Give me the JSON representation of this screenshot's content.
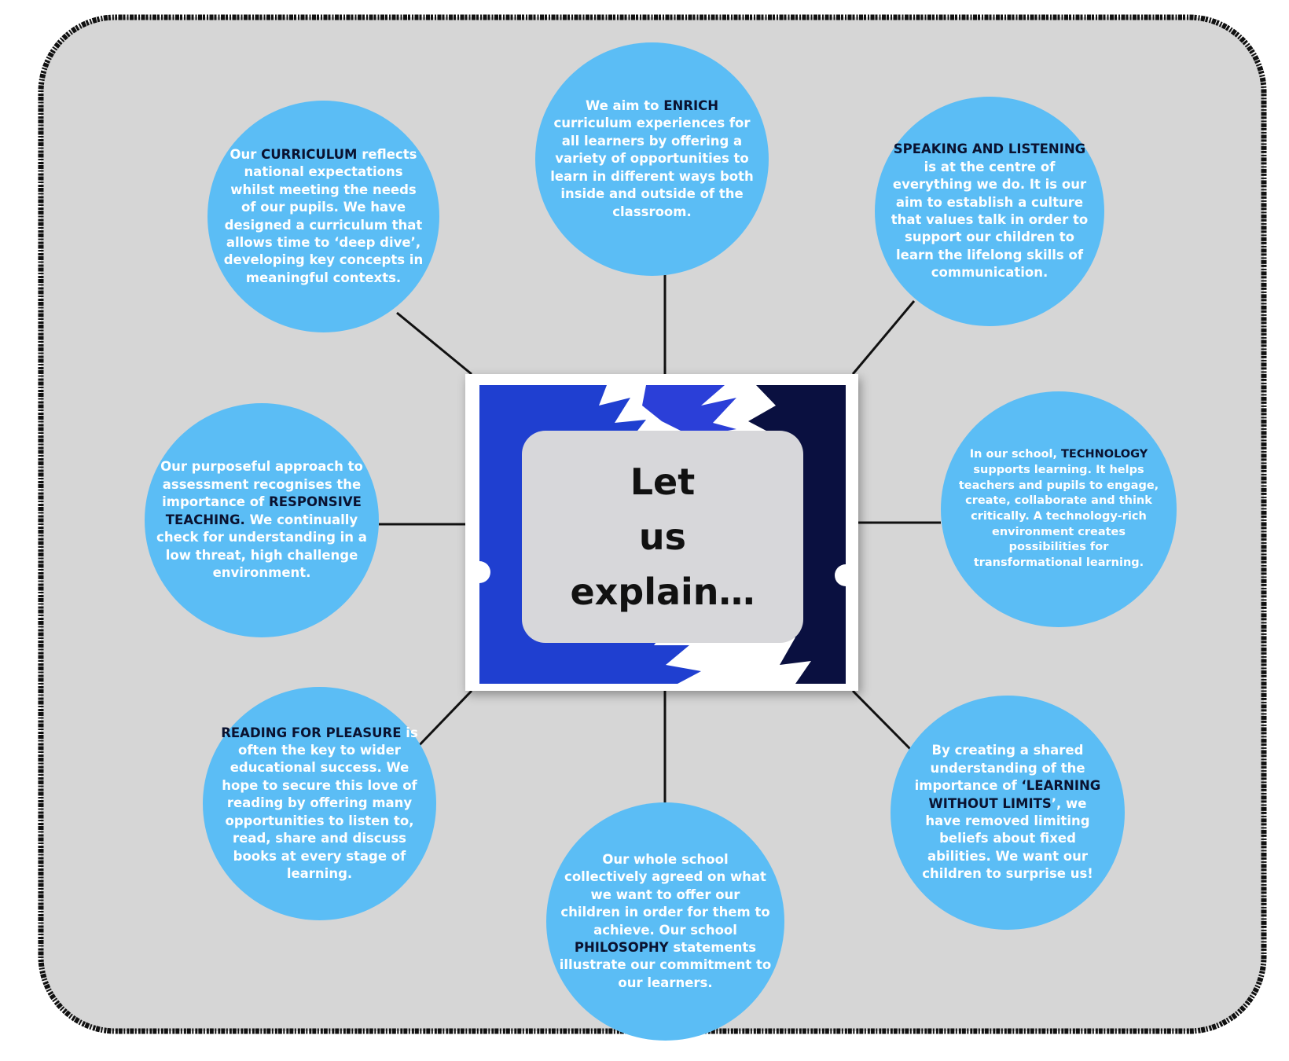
{
  "colors": {
    "background": "#ffffff",
    "panel": "#d6d6d6",
    "panel_border": "#111111",
    "bubble_fill": "#5bbdf5",
    "bubble_text": "#ffffff",
    "keyword_text": "#0a1230",
    "connector": "#111111",
    "center_blue": "#1f3fd0",
    "center_navy": "#0a1040",
    "center_label_fill": "#d7d7da"
  },
  "center": {
    "line1": "Let",
    "line2": "us",
    "line3": "explain…"
  },
  "nodes": {
    "curriculum": {
      "pre": "Our ",
      "keyword": "CURRICULUM",
      "post": " reflects national expectations whilst meeting the needs of our pupils. We have designed a curriculum that allows time to ‘deep dive’, developing key concepts in meaningful contexts."
    },
    "enrich": {
      "pre": "We aim to ",
      "keyword": "ENRICH",
      "post": " curriculum experiences for all learners by offering a variety of opportunities to learn  in different ways both inside and outside of the classroom."
    },
    "speaking": {
      "pre": "",
      "keyword": "SPEAKING AND LISTENING",
      "post": " is at the centre of everything we do. It is our aim to establish a culture that values talk in order to support our children to learn the lifelong skills of communication."
    },
    "assessment": {
      "pre": "Our purposeful approach to assessment recognises the importance of ",
      "keyword": "RESPONSIVE TEACHING.",
      "post": " We continually check for understanding in a low threat, high challenge environment."
    },
    "technology": {
      "pre": "In our school, ",
      "keyword": "TECHNOLOGY",
      "post": " supports learning. It helps teachers and pupils to engage, create, collaborate and think critically. A technology-rich environment creates possibilities for transformational learning."
    },
    "reading": {
      "pre": "",
      "keyword": "READING FOR PLEASURE",
      "post": " is often the key to wider educational success. We hope to secure this love of reading by offering many opportunities to listen to, read, share and discuss books at every stage of learning."
    },
    "philosophy": {
      "pre": "Our whole school collectively agreed on what we want to offer our children in order for them to achieve. Our school ",
      "keyword": "PHILOSOPHY",
      "post": " statements illustrate our commitment to our learners."
    },
    "limits": {
      "pre": "By creating a shared understanding of the importance of ",
      "keyword": "‘LEARNING WITHOUT LIMITS",
      "post": "’, we have removed limiting beliefs about fixed abilities. We want our children to surprise us!"
    }
  }
}
